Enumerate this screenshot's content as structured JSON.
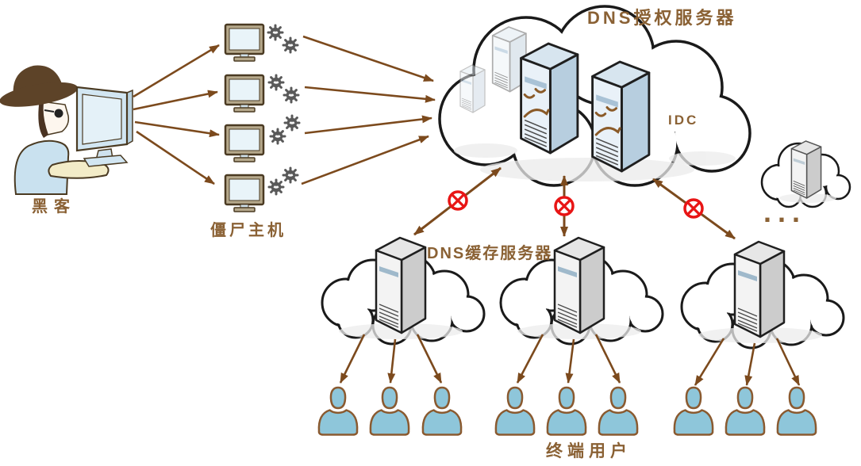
{
  "labels": {
    "hacker": "黑客",
    "zombie_hosts": "僵尸主机",
    "dns_auth_server": "DNS授权服务器",
    "idc": "IDC",
    "dns_cache_server": "DNS缓存服务器",
    "end_users": "终端用户",
    "more_clouds": "..."
  },
  "colors": {
    "arrow_brown": "#7c4a1d",
    "label_brown": "#8a6134",
    "blocked_red": "#e81515",
    "user_blue": "#8ec6da",
    "auth_server_front": "#e9f1f8",
    "auth_server_side": "#b7cedf",
    "cache_server_front": "#f3f3f3",
    "zombie_monitor_frame": "#b6a98c",
    "zombie_screen": "#e9f4f9",
    "virus_gray": "#595959",
    "cloud_outline": "#1a1a1a"
  },
  "topology": {
    "zombie_host_count": 4,
    "idc_auth_server_count": 2,
    "idc_background_server_count": 2,
    "cache_cloud_count": 3,
    "users_per_cache_cloud": 3,
    "end_user_count": 9,
    "blocked_links_count": 3
  }
}
